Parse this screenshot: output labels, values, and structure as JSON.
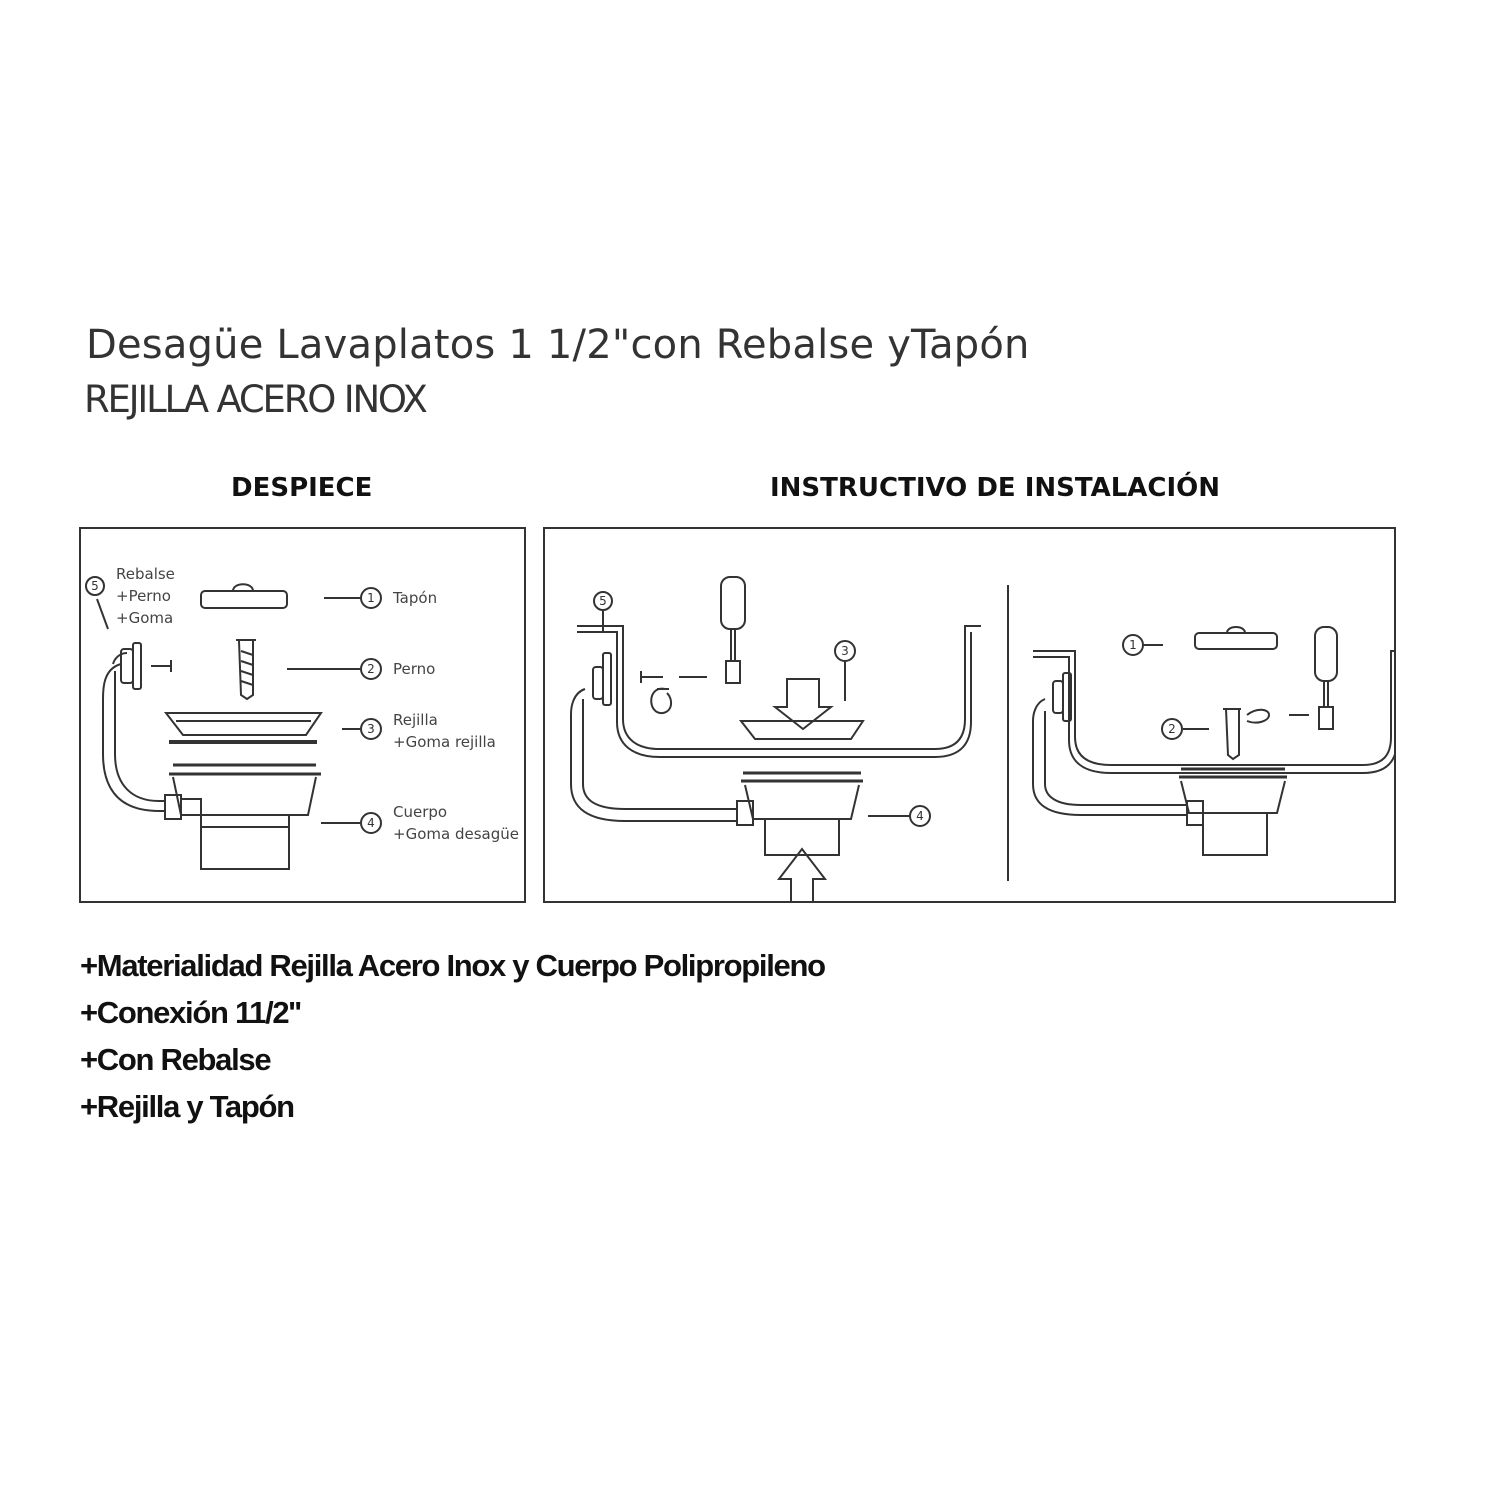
{
  "header": {
    "title": "Desagüe Lavaplatos 1  1/2\"con Rebalse  yTapón",
    "subtitle": "REJILLA ACERO INOX"
  },
  "despiece": {
    "heading": "DESPIECE",
    "parts": [
      {
        "number": "1",
        "label": "Tapón"
      },
      {
        "number": "2",
        "label": "Perno"
      },
      {
        "number": "3",
        "label": "Rejilla",
        "label2": "+Goma rejilla"
      },
      {
        "number": "4",
        "label": "Cuerpo",
        "label2": "+Goma desagüe"
      },
      {
        "number": "5",
        "label": "Rebalse",
        "label2": "+Perno",
        "label3": "+Goma"
      }
    ]
  },
  "instructivo": {
    "heading": "INSTRUCTIVO DE INSTALACIÓN",
    "step1_callouts": [
      "5",
      "3",
      "4"
    ],
    "step2_callouts": [
      "1",
      "2"
    ]
  },
  "features": [
    "+Materialidad Rejilla Acero Inox y Cuerpo Polipropileno",
    "+Conexión 11/2''",
    "+Con Rebalse",
    "+Rejilla y Tapón"
  ]
}
